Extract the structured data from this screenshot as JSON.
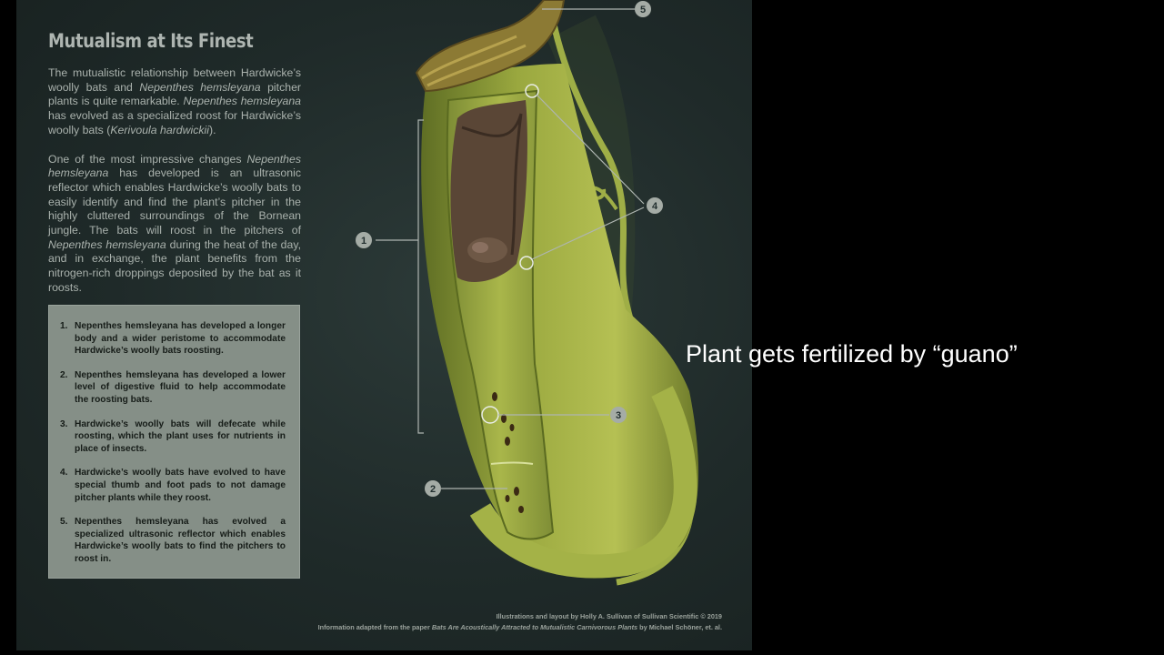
{
  "slide": {
    "caption": "Plant gets fertilized by “guano”"
  },
  "poster": {
    "title": "Mutualism at Its Finest",
    "intro": {
      "p1": [
        {
          "t": "The mutualistic relationship between Hardwicke’s woolly bats and ",
          "i": false
        },
        {
          "t": "Nepenthes hemsleyana",
          "i": true
        },
        {
          "t": " pitcher plants is quite remarkable. ",
          "i": false
        },
        {
          "t": "Nepenthes hemsleyana",
          "i": true
        },
        {
          "t": " has evolved as a  specialized roost for Hardwicke’s woolly bats (",
          "i": false
        },
        {
          "t": "Kerivoula hardwickii",
          "i": true
        },
        {
          "t": ").",
          "i": false
        }
      ],
      "p2": [
        {
          "t": "One of the most impressive changes ",
          "i": false
        },
        {
          "t": "Nepenthes hemsleyana",
          "i": true
        },
        {
          "t": " has developed is an ultrasonic reflector which enables Hardwicke’s woolly bats to easily identify and find the plant’s pitcher in the highly cluttered surroundings of the Bornean jungle. The bats will roost in the pitchers of ",
          "i": false
        },
        {
          "t": "Nepenthes hemsleyana",
          "i": true
        },
        {
          "t": " during the heat of the day, and in exchange, the plant benefits from the nitrogen-rich droppings deposited by the bat as it roosts.",
          "i": false
        }
      ]
    },
    "notes": [
      {
        "num": "1.",
        "text": "Nepenthes hemsleyana has developed a longer body and a wider peristome to accommodate Hardwicke’s woolly bats roosting."
      },
      {
        "num": "2.",
        "text": "Nepenthes hemsleyana has developed a lower level of digestive fluid to help accommodate the roosting bats."
      },
      {
        "num": "3.",
        "text": "Hardwicke’s woolly bats will defecate while roosting, which the plant uses for nutrients in place of insects."
      },
      {
        "num": "4.",
        "text": "Hardwicke’s woolly bats have evolved to have special thumb and foot pads to not damage pitcher plants while they roost."
      },
      {
        "num": "5.",
        "text": "Nepenthes hemsleyana has evolved a specialized ultrasonic reflector which enables Hardwicke’s woolly bats to find the pitchers to roost in."
      }
    ],
    "callouts": [
      "1",
      "2",
      "3",
      "4",
      "5"
    ],
    "credits": {
      "line1": "Illustrations and layout by Holly A. Sullivan of Sullivan Scientific © 2019",
      "line2_pre": "Information adapted from the paper ",
      "line2_title": "Bats Are Acoustically Attracted to Mutualistic Carnivorous Plants",
      "line2_post": " by Michael Schöner, et. al."
    }
  }
}
